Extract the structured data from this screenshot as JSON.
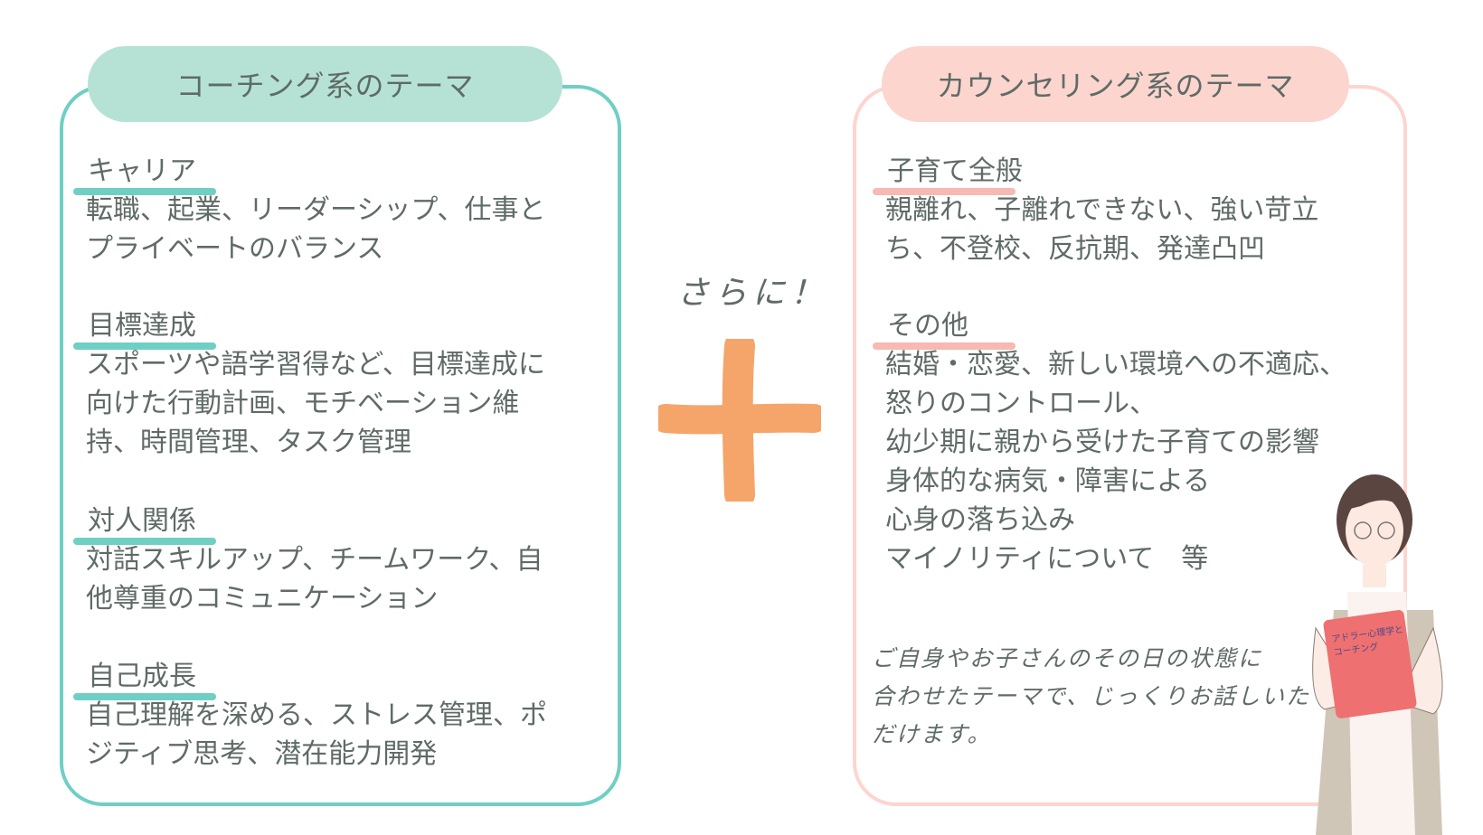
{
  "coaching": {
    "title": "コーチング系のテーマ",
    "sections": [
      {
        "heading": "キャリア",
        "lines": [
          "転職、起業、リーダーシップ、仕事と",
          "プライベートのバランス"
        ]
      },
      {
        "heading": "目標達成",
        "lines": [
          "スポーツや語学習得など、目標達成に",
          "向けた行動計画、モチベーション維",
          "持、時間管理、タスク管理"
        ]
      },
      {
        "heading": "対人関係",
        "lines": [
          "対話スキルアップ、チームワーク、自",
          "他尊重のコミュニケーション"
        ]
      },
      {
        "heading": "自己成長",
        "lines": [
          "自己理解を深める、ストレス管理、ポ",
          "ジティブ思考、潜在能力開発"
        ]
      }
    ]
  },
  "counseling": {
    "title": "カウンセリング系のテーマ",
    "sections": [
      {
        "heading": "子育て全般",
        "lines": [
          "親離れ、子離れできない、強い苛立",
          "ち、不登校、反抗期、発達凸凹"
        ]
      },
      {
        "heading": "その他",
        "lines": [
          "結婚・恋愛、新しい環境への不適応、",
          "怒りのコントロール、",
          "幼少期に親から受けた子育ての影響",
          "身体的な病気・障害による",
          "心身の落ち込み",
          "マイノリティについて　等"
        ]
      }
    ],
    "note": [
      "ご自身やお子さんのその日の状態に",
      "合わせたテーマで、じっくりお話しいた",
      "だけます。"
    ]
  },
  "connector": {
    "label": "さらに！",
    "icon": "plus-icon",
    "color": "#f5a56a"
  },
  "illustration": {
    "book_title": [
      "アドラー心理学と",
      "コーチング"
    ]
  }
}
